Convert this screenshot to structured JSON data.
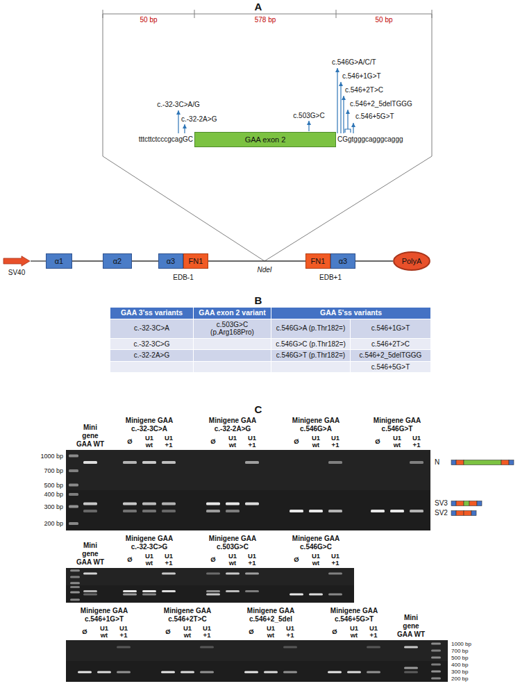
{
  "diagram": {
    "nodes": [
      {
        "text": [
          "GAA exon 2"
        ]
      },
      {
        "text": [
          "SV40"
        ]
      },
      {
        "text": [
          "α1"
        ]
      },
      {
        "text": [
          "α2"
        ]
      },
      {
        "text": [
          "α3"
        ]
      },
      {
        "text": [
          "FN1"
        ]
      },
      {
        "text": [
          "FN1"
        ]
      },
      {
        "text": [
          "α3"
        ]
      },
      {
        "text": [
          "PolyA"
        ]
      }
    ],
    "edges": [
      {
        "from": 1,
        "to": 2,
        "arrow": "none"
      },
      {
        "from": 2,
        "to": 3,
        "arrow": "none"
      },
      {
        "from": 3,
        "to": 4,
        "arrow": "none"
      },
      {
        "from": 5,
        "to": 6,
        "arrow": "none"
      },
      {
        "from": 7,
        "to": 8,
        "arrow": "none"
      }
    ],
    "labels": [
      "A",
      "50 bp",
      "578 bp",
      "50 bp",
      "tttcttctcccgcagGC",
      "CGgtgggcagggcaggg",
      "c.-32-3C>A/G",
      "c.-32-2A>G",
      "c.503G>C",
      "c.546G>A/C/T",
      "c.546+1G>T",
      "c.546+2T>C",
      "c.546+2_5delTGGG",
      "c.546+5G>T",
      "EDB-1",
      "NdeI",
      "EDB+1",
      "B",
      "GAA 3'ss variants",
      "GAA exon 2 variant",
      "GAA 5'ss variants",
      "c.-32-3C>A",
      "c.503G>C (p.Arg168Pro)",
      "c.546G>A (p.Thr182=)",
      "c.546+1G>T",
      "c.-32-3C>G",
      "c.546G>C (p.Thr182=)",
      "c.546+2T>C",
      "c.-32-2A>G",
      "c.546G>T (p.Thr182=)",
      "c.546+2_5delTGGG",
      "c.546+5G>T",
      "C",
      "Mini gene GAA WT",
      "Minigene GAA c.-32-3C>A",
      "Ø",
      "U1 wt",
      "U1 +1",
      "Minigene GAA c.-32-2A>G",
      "Ø",
      "U1 wt",
      "U1 +1",
      "Minigene GAA c.546G>A",
      "Ø",
      "U1 wt",
      "U1 +1",
      "Minigene GAA c.546G>T",
      "Ø",
      "U1 wt",
      "U1 +1",
      "1000 bp",
      "700 bp",
      "500 bp",
      "400 bp",
      "300 bp",
      "200 bp",
      "N",
      "SV3",
      "SV2",
      "Mini gene GAA WT",
      "Minigene GAA c.-32-3C>G",
      "Ø",
      "U1 wt",
      "U1 +1",
      "Minigene GAA c.503G>C",
      "Ø",
      "U1 wt",
      "U1 +1",
      "Minigene GAA c.546G>C",
      "Ø",
      "U1 wt",
      "U1 +1",
      "Minigene GAA c.546+1G>T",
      "Ø",
      "U1 wt",
      "U1 +1",
      "Minigene GAA c.546+2T>C",
      "Ø",
      "U1 wt",
      "U1 +1",
      "Minigene GAA c.546+2_5del",
      "Ø",
      "U1 wt",
      "U1 +1",
      "Minigene GAA c.546+5G>T",
      "Ø",
      "U1 wt",
      "U1 +1",
      "Mini gene GAA WT",
      "1000 bp",
      "700 bp",
      "500 bp",
      "400 bp",
      "300 bp",
      "200 bp"
    ]
  }
}
